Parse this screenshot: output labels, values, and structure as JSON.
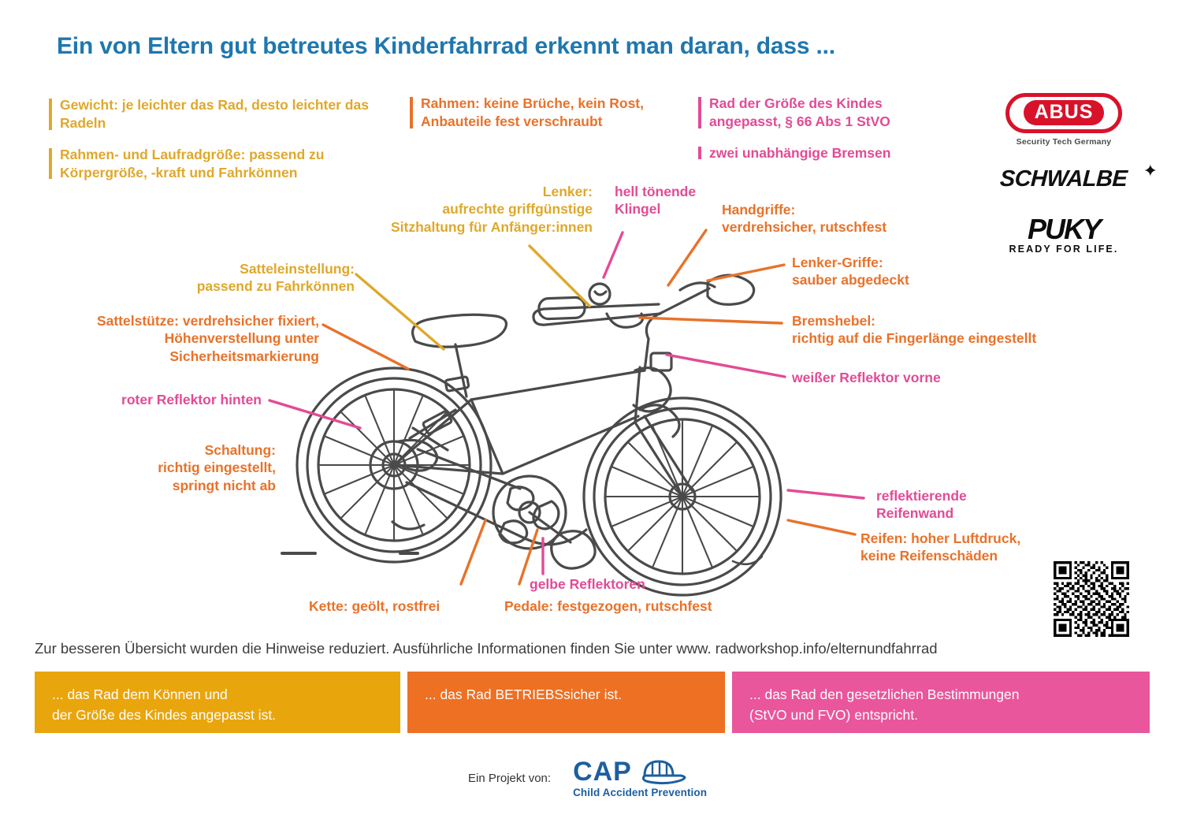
{
  "title": "Ein von Eltern gut betreutes Kinderfahrrad erkennt man daran, dass ...",
  "colors": {
    "title_blue": "#1F77AE",
    "gold": "#DFA82B",
    "orange": "#E8722A",
    "pink": "#E24B96",
    "box_gold": "#E9A50C",
    "box_orange": "#EE7022",
    "box_pink": "#E9569B",
    "bike_outline": "#4A4A4A",
    "abus_red": "#D8122A",
    "cap_blue": "#1D5FA0"
  },
  "top_bullets": {
    "column1": [
      "Gewicht: je leichter das Rad, desto leichter das Radeln",
      "Rahmen- und Laufradgröße: passend zu Körpergröße, -kraft und Fahrkönnen"
    ],
    "column2": [
      "Rahmen: keine Brüche, kein Rost, Anbauteile fest verschraubt"
    ],
    "column3": [
      "Rad der Größe des Kindes angepasst, § 66 Abs 1 StVO",
      "zwei unabhängige Bremsen"
    ]
  },
  "logos": {
    "abus": {
      "name": "ABUS",
      "tagline": "Security Tech Germany"
    },
    "schwalbe": {
      "name": "SCHWALBE"
    },
    "puky": {
      "name": "PUKY",
      "tagline": "READY FOR LIFE."
    }
  },
  "callouts": [
    {
      "id": "satteleinstellung",
      "text": "Satteleinstellung:\npassend zu Fahrkönnen",
      "color": "gold"
    },
    {
      "id": "lenker",
      "text": "Lenker:\naufrechte griffgünstige\nSitzhaltung für Anfänger:innen",
      "color": "gold"
    },
    {
      "id": "klingel",
      "text": "hell tönende\nKlingel",
      "color": "pink"
    },
    {
      "id": "handgriffe",
      "text": "Handgriffe:\nverdrehsicher, rutschfest",
      "color": "orange"
    },
    {
      "id": "lenker-griffe",
      "text": "Lenker-Griffe:\nsauber abgedeckt",
      "color": "orange"
    },
    {
      "id": "bremshebel",
      "text": "Bremshebel:\nrichtig auf die Fingerlänge eingestellt",
      "color": "orange"
    },
    {
      "id": "reflektor-vorne",
      "text": "weißer Reflektor vorne",
      "color": "pink"
    },
    {
      "id": "sattelstuetze",
      "text": "Sattelstütze: verdrehsicher fixiert,\nHöhenverstellung unter\nSicherheitsmarkierung",
      "color": "orange"
    },
    {
      "id": "reflektor-hinten",
      "text": "roter Reflektor hinten",
      "color": "pink"
    },
    {
      "id": "schaltung",
      "text": "Schaltung:\nrichtig eingestellt,\nspringt nicht ab",
      "color": "orange"
    },
    {
      "id": "reifenwand",
      "text": "reflektierende\nReifenwand",
      "color": "pink"
    },
    {
      "id": "reifen",
      "text": "Reifen: hoher Luftdruck,\nkeine Reifenschäden",
      "color": "orange"
    },
    {
      "id": "kette",
      "text": "Kette: geölt, rostfrei",
      "color": "orange"
    },
    {
      "id": "gelbe-reflektoren",
      "text": "gelbe Reflektoren",
      "color": "pink"
    },
    {
      "id": "pedale",
      "text": "Pedale: festgezogen, rutschfest",
      "color": "orange"
    }
  ],
  "note": "Zur besseren Übersicht wurden die Hinweise reduziert. Ausführliche Informationen finden Sie unter www. radworkshop.info/elternundfahrrad",
  "conclusions": [
    {
      "text": "... das Rad dem Können und\nder Größe des Kindes angepasst ist.",
      "color": "#E9A50C"
    },
    {
      "text": "... das Rad BETRIEBSsicher ist.",
      "color": "#EE7022"
    },
    {
      "text": "... das Rad den gesetzlichen Bestimmungen\n(StVO und FVO) entspricht.",
      "color": "#E9569B"
    }
  ],
  "footer": {
    "label": "Ein Projekt von:",
    "logo_word": "CAP",
    "logo_sub": "Child Accident Prevention"
  }
}
